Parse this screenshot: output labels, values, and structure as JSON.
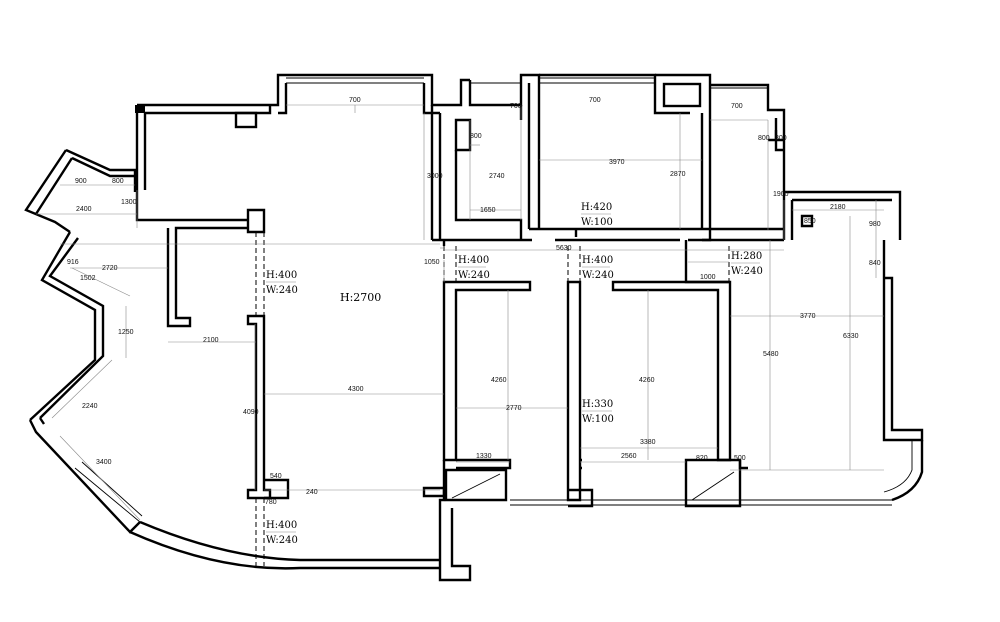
{
  "plan": {
    "dimensions": {
      "d700a": "700",
      "d700b": "700",
      "d700c": "700",
      "d700d": "700",
      "d3000": "3000",
      "d800a": "800",
      "d2740": "2740",
      "d3970": "3970",
      "d2870": "2870",
      "d800b": "800",
      "d300": "300",
      "d1900": "1900",
      "d1650": "1650",
      "d900": "900",
      "d800c": "800",
      "d1300": "1300",
      "d2400": "2400",
      "d2180": "2180",
      "d850": "850",
      "d980": "980",
      "d840": "840",
      "d916": "916",
      "d2720": "2720",
      "d1502": "1502",
      "d1050": "1050",
      "d5630": "5630",
      "d1000": "1000",
      "d1250": "1250",
      "d2100": "2100",
      "d3770": "3770",
      "d5480": "5480",
      "d6330": "6330",
      "d4260a": "4260",
      "d4260b": "4260",
      "d4300": "4300",
      "d2770": "2770",
      "d3380": "3380",
      "d4090": "4090",
      "d2240": "2240",
      "d3400": "3400",
      "d1330": "1330",
      "d2560": "2560",
      "d820": "820",
      "d500": "500",
      "d540": "540",
      "d780": "780",
      "d240": "240"
    },
    "labels": {
      "opening1_h": "H:400",
      "opening1_w": "W:240",
      "living_h": "H:2700",
      "opening2_h": "H:420",
      "opening2_w": "W:100",
      "opening3_h": "H:400",
      "opening3_w": "W:240",
      "opening4_h": "H:400",
      "opening4_w": "W:240",
      "opening5_h": "H:280",
      "opening5_w": "W:240",
      "opening6_h": "H:330",
      "opening6_w": "W:100",
      "opening7_h": "H:400",
      "opening7_w": "W:240"
    }
  }
}
